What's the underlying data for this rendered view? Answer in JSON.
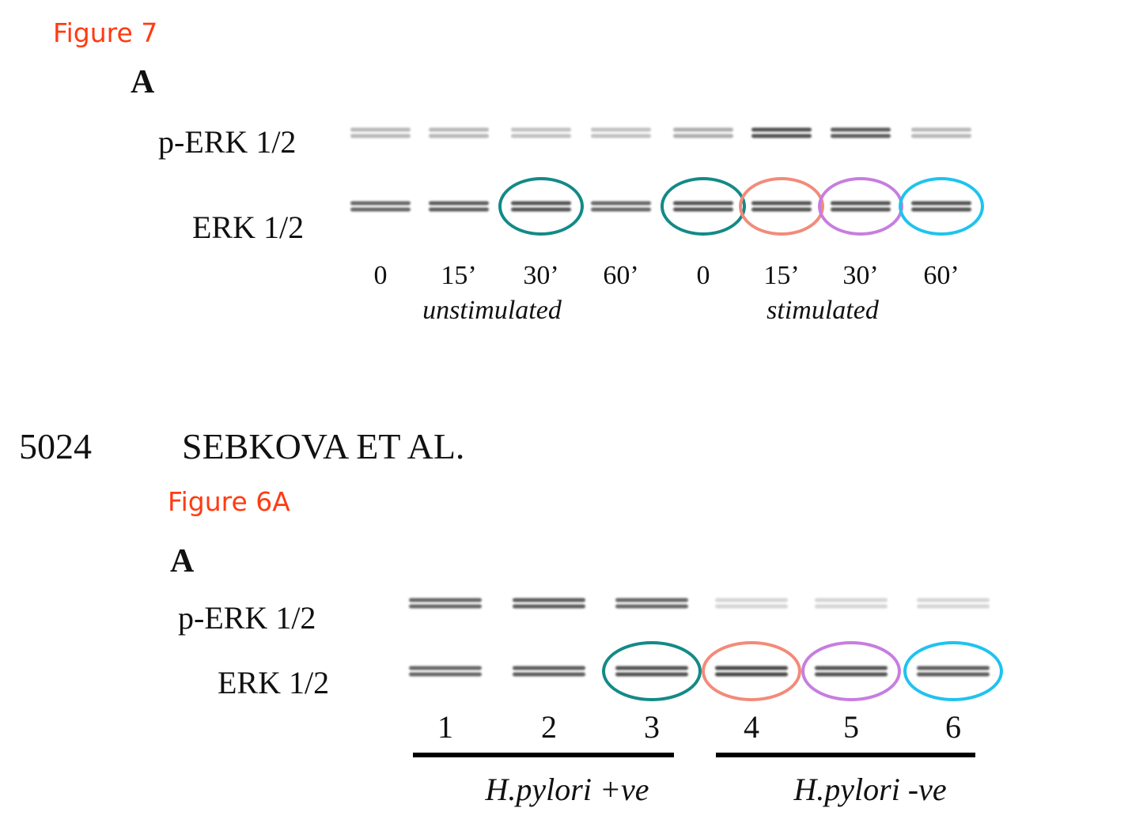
{
  "figure7": {
    "title": "Figure 7",
    "panel": "A",
    "row_labels": [
      "p-ERK 1/2",
      "ERK 1/2"
    ],
    "lanes": [
      "0",
      "15’",
      "30’",
      "60’",
      "0",
      "15’",
      "30’",
      "60’"
    ],
    "groups": [
      "unstimulated",
      "stimulated"
    ],
    "perk_intensity": [
      0.35,
      0.35,
      0.3,
      0.3,
      0.4,
      0.85,
      0.8,
      0.35
    ],
    "erk_intensity": [
      0.75,
      0.8,
      0.85,
      0.75,
      0.85,
      0.85,
      0.85,
      0.85
    ],
    "circled_lanes": [
      {
        "lane": 3,
        "color": "#138a87"
      },
      {
        "lane": 5,
        "color": "#138a87"
      },
      {
        "lane": 6,
        "color": "#f28b7a"
      },
      {
        "lane": 7,
        "color": "#c77de0"
      },
      {
        "lane": 8,
        "color": "#1ec3ee"
      }
    ]
  },
  "header": {
    "page_number": "5024",
    "authors": "SEBKOVA  ET  AL."
  },
  "figure6a": {
    "title": "Figure 6A",
    "panel": "A",
    "row_labels": [
      "p-ERK 1/2",
      "ERK 1/2"
    ],
    "lanes": [
      "1",
      "2",
      "3",
      "4",
      "5",
      "6"
    ],
    "groups": [
      "H.pylori +ve",
      "H.pylori -ve"
    ],
    "perk_intensity": [
      0.75,
      0.8,
      0.75,
      0.2,
      0.2,
      0.2
    ],
    "erk_intensity": [
      0.75,
      0.8,
      0.85,
      0.9,
      0.85,
      0.8
    ],
    "circled_lanes": [
      {
        "lane": 3,
        "color": "#138a87"
      },
      {
        "lane": 4,
        "color": "#f28b7a"
      },
      {
        "lane": 5,
        "color": "#c77de0"
      },
      {
        "lane": 6,
        "color": "#1ec3ee"
      }
    ]
  }
}
